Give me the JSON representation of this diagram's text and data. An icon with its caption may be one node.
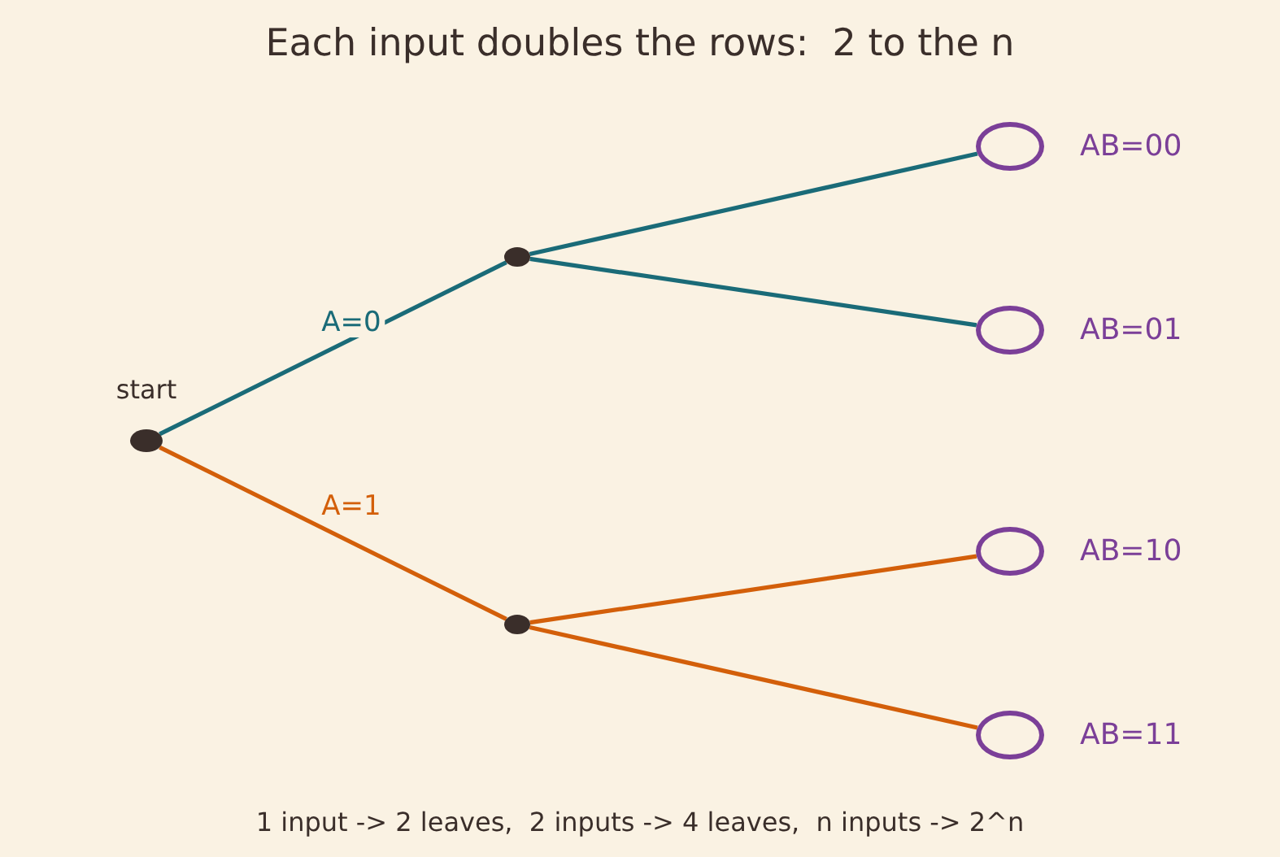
{
  "diagram": {
    "title": "Each input doubles the rows:  2 to the n",
    "caption": "1 input -> 2 leaves,  2 inputs -> 4 leaves,  n inputs -> 2^n",
    "nodes": [
      {
        "text": [],
        "shape": "circle",
        "beside": [
          "start"
        ]
      },
      {
        "text": [],
        "shape": "circle"
      },
      {
        "text": [],
        "shape": "circle"
      },
      {
        "text": [],
        "shape": "circle",
        "beside": [
          "AB=00"
        ]
      },
      {
        "text": [],
        "shape": "circle",
        "beside": [
          "AB=01"
        ]
      },
      {
        "text": [],
        "shape": "circle",
        "beside": [
          "AB=10"
        ]
      },
      {
        "text": [],
        "shape": "circle",
        "beside": [
          "AB=11"
        ]
      }
    ],
    "edges": [
      {
        "from": 0,
        "to": 1,
        "arrow": "none",
        "label": "A=0",
        "color": "#1a6b78"
      },
      {
        "from": 0,
        "to": 2,
        "arrow": "none",
        "label": "A=1",
        "color": "#d35f0a"
      },
      {
        "from": 1,
        "to": 3,
        "arrow": "none",
        "color": "#1a6b78"
      },
      {
        "from": 1,
        "to": 4,
        "arrow": "none",
        "color": "#1a6b78"
      },
      {
        "from": 2,
        "to": 5,
        "arrow": "none",
        "color": "#d35f0a"
      },
      {
        "from": 2,
        "to": 6,
        "arrow": "none",
        "color": "#d35f0a"
      }
    ]
  }
}
